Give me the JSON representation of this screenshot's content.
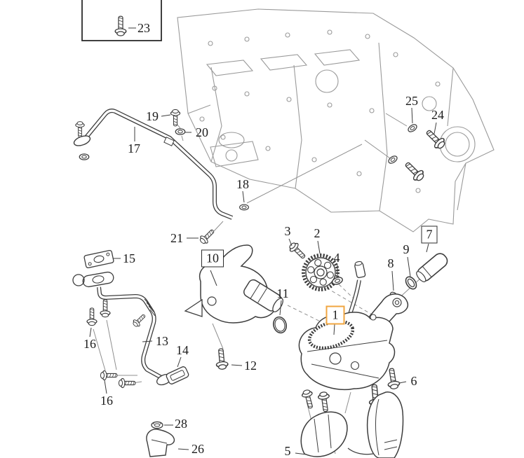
{
  "diagram": {
    "kind": "exploded-parts-diagram",
    "subject": "engine oil pump, drive gear and oil pipes with cylinder block",
    "background": "#FFFFFF",
    "part_line_color": "#3D3D3D",
    "block_line_color": "#9A9A9A",
    "leader_line_color": "#8F8F8F",
    "highlight_color": "#F0A640",
    "highlighted_part": "1",
    "boxed_labels": [
      "10",
      "7"
    ],
    "inset_box_part": "23"
  },
  "callouts": {
    "c1": "1",
    "c2": "2",
    "c3": "3",
    "c4": "4",
    "c5": "5",
    "c6": "6",
    "c7": "7",
    "c8": "8",
    "c9": "9",
    "c10": "10",
    "c11": "11",
    "c12": "12",
    "c13": "13",
    "c14": "14",
    "c15": "15",
    "c16a": "16",
    "c16b": "16",
    "c17": "17",
    "c18": "18",
    "c19": "19",
    "c20": "20",
    "c21": "21",
    "c23": "23",
    "c24": "24",
    "c25": "25",
    "c26": "26",
    "c28": "28"
  },
  "glyphs": {
    "c1": "oil-pump-assembly",
    "c2": "drive-gear",
    "c3": "bolt",
    "c4": "washer",
    "c5": "baffle-plate",
    "c6": "bolt",
    "c7": "tube-cap",
    "c8": "seal-ring",
    "c9": "seal-ring",
    "c10": "bracket-assembly",
    "c11": "o-ring",
    "c12": "bolt",
    "c13": "oil-pipe",
    "c14": "gasket",
    "c15": "gasket",
    "c16a": "bolt",
    "c16b": "bolt",
    "c17": "oil-pipe",
    "c18": "seal-washer",
    "c19": "bolt",
    "c20": "washer",
    "c21": "bolt",
    "c23": "bolt",
    "c24": "bolt",
    "c25": "washer",
    "c26": "bracket",
    "c28": "flange-nut"
  }
}
